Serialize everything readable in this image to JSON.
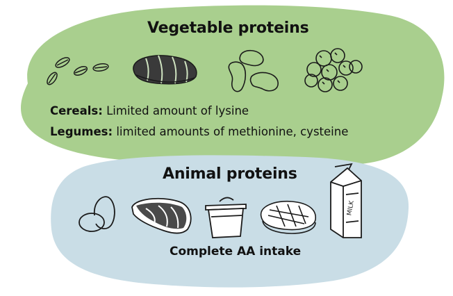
{
  "colors": {
    "vegetable_blob": "#a9cf8e",
    "animal_blob": "#c9dde6",
    "ink": "#1a1a1a"
  },
  "vegetable": {
    "title": "Vegetable proteins",
    "icons": [
      "grains-icon",
      "bread-icon",
      "beans-icon",
      "chickpeas-icon"
    ],
    "cereals_label": "Cereals:",
    "cereals_text": " Limited amount of lysine",
    "legumes_label": "Legumes:",
    "legumes_text": " limited amounts of methionine, cysteine"
  },
  "animal": {
    "title": "Animal proteins",
    "icons": [
      "egg-icon",
      "salmon-icon",
      "yogurt-icon",
      "steak-icon",
      "milk-carton-icon"
    ],
    "caption": "Complete AA intake",
    "milk_label": "MILK"
  }
}
